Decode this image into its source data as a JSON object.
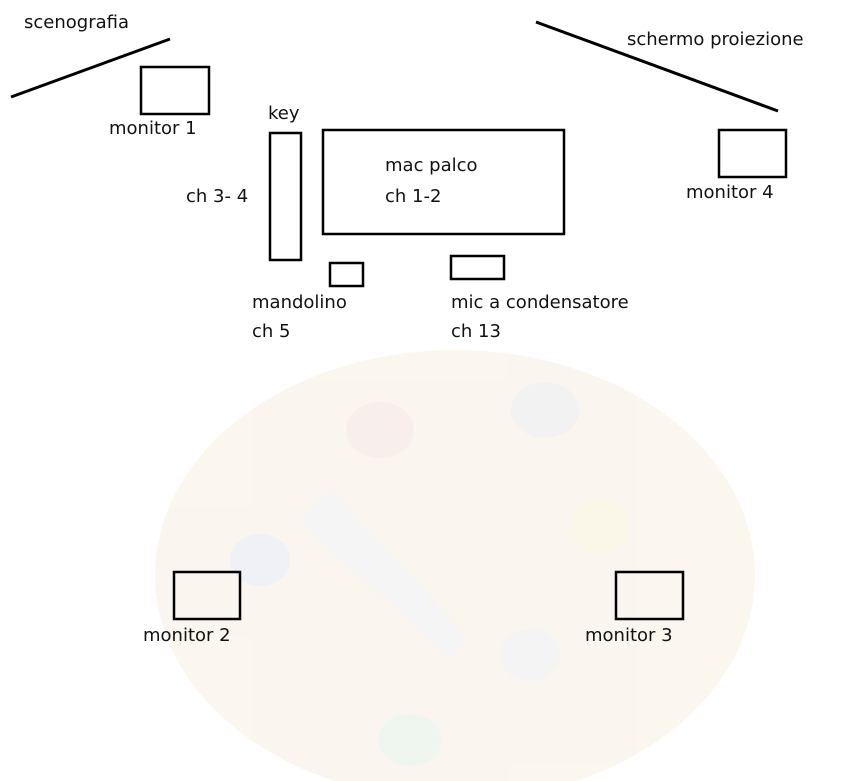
{
  "colors": {
    "stroke": "#000000",
    "text": "#111111",
    "watermark": "#f4ecdc"
  },
  "watermark": {
    "icon": "paint-palette-icon"
  },
  "labels": {
    "scenografia": "scenografia",
    "schermo": "schermo proiezione",
    "monitor1": "monitor 1",
    "monitor2": "monitor 2",
    "monitor3": "monitor 3",
    "monitor4": "monitor 4",
    "key": "key",
    "key_ch": "ch 3- 4",
    "mac_title": "mac palco",
    "mac_ch": "ch 1-2",
    "mandolino": "mandolino",
    "mandolino_ch": "ch 5",
    "mic": "mic a condensatore",
    "mic_ch": "ch 13"
  }
}
